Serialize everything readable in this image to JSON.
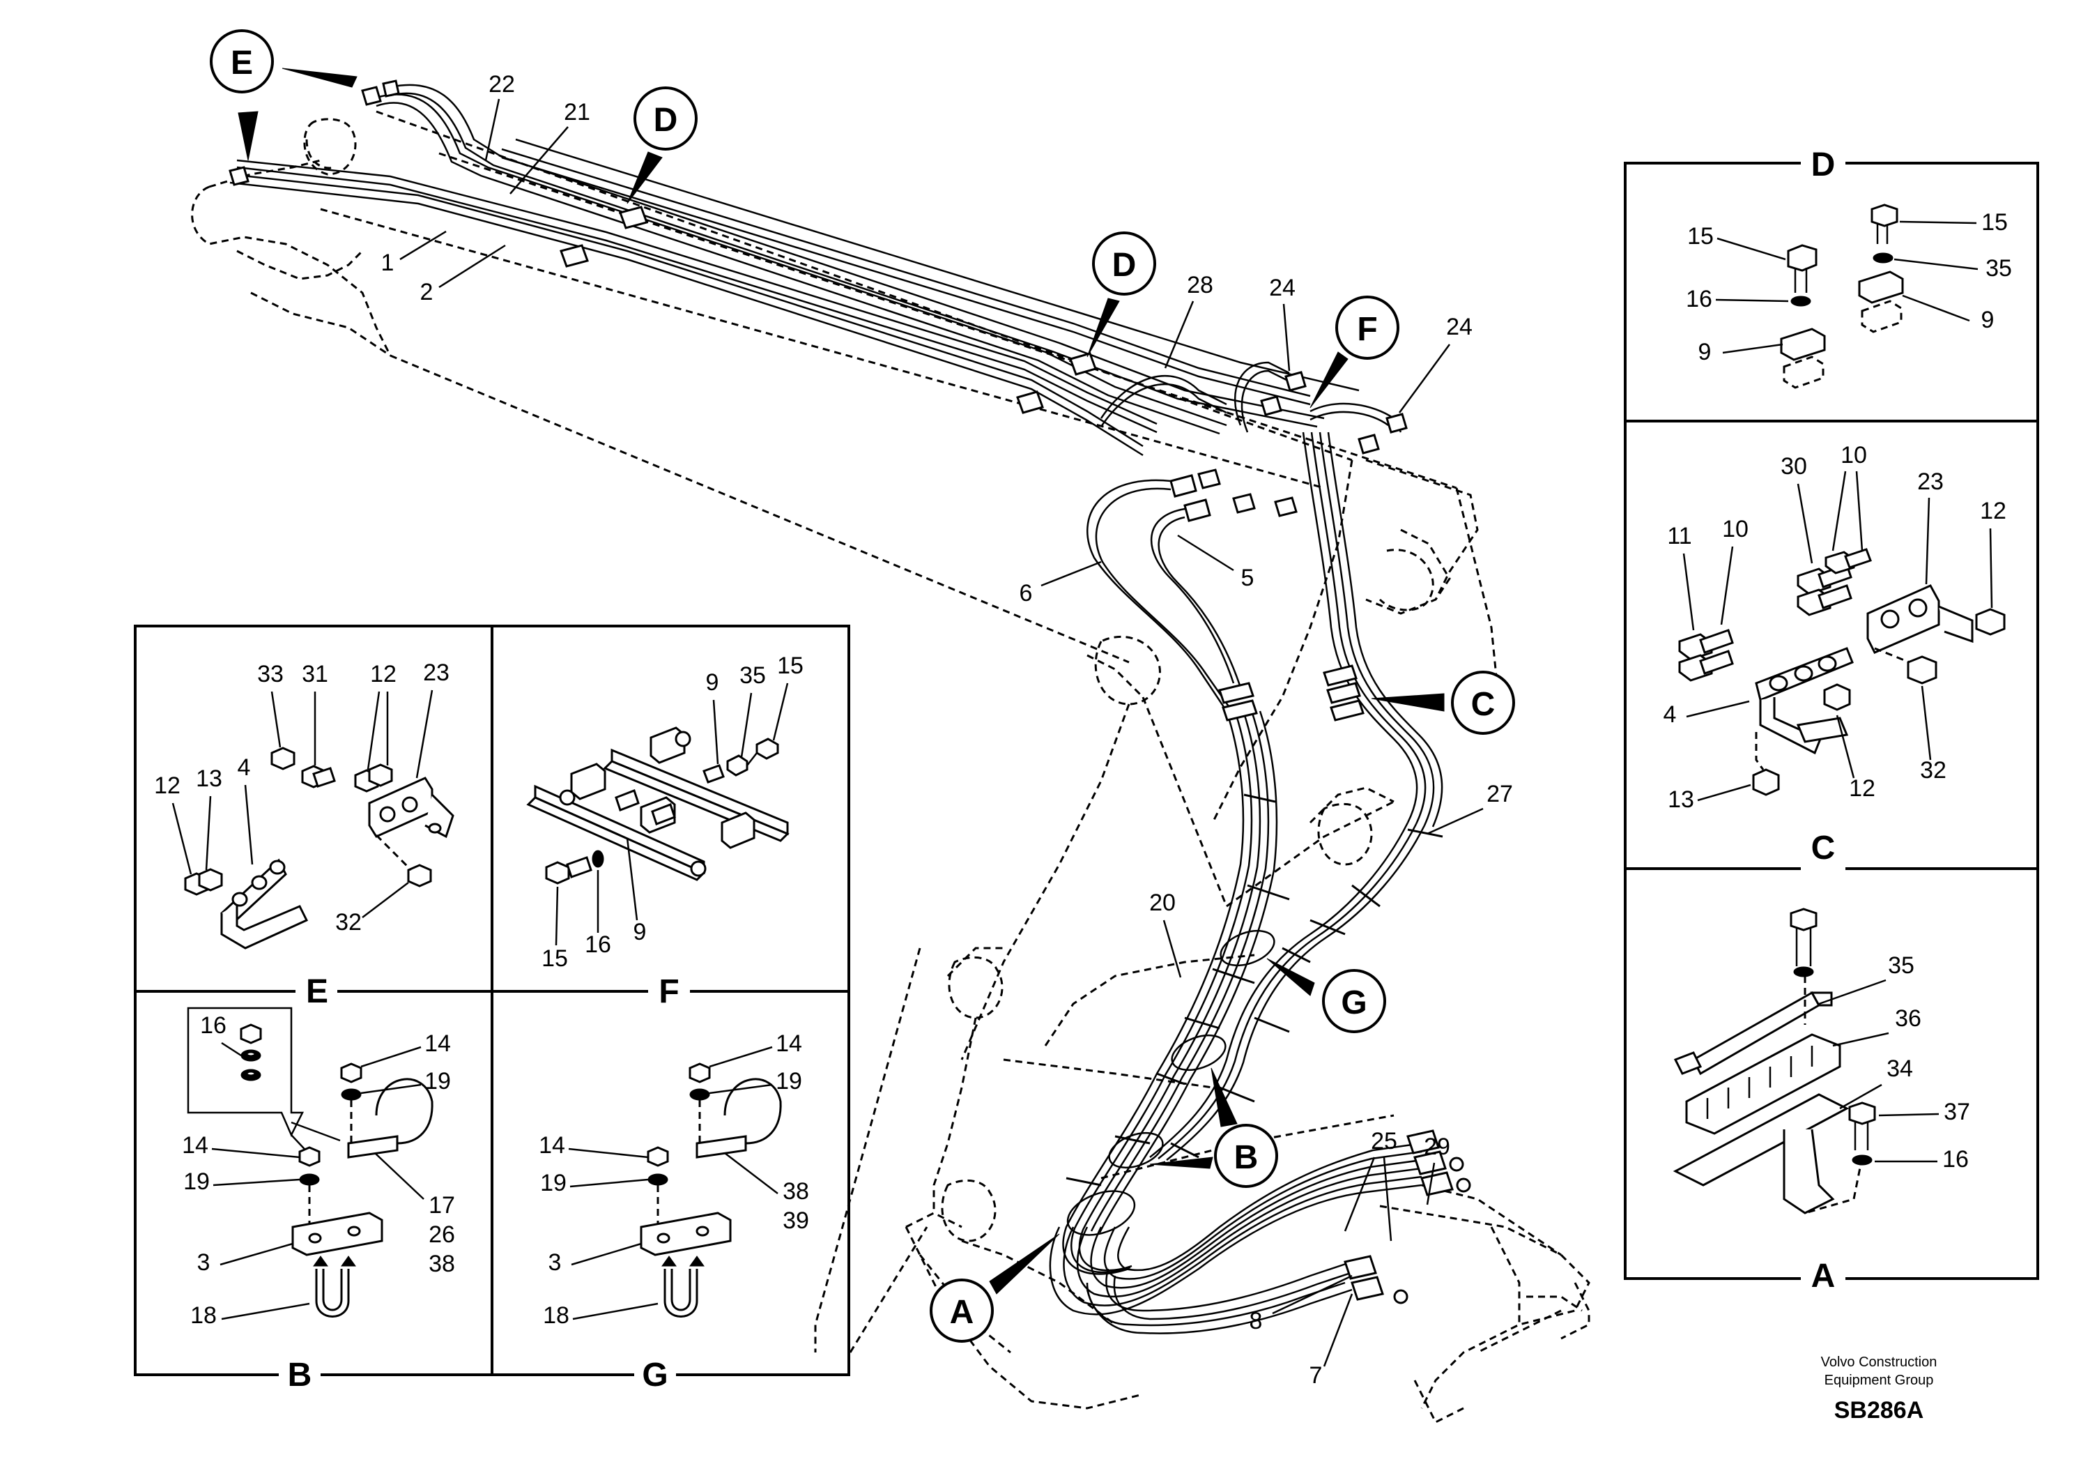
{
  "credit": {
    "line1": "Volvo Construction",
    "line2": "Equipment Group",
    "code": "SB286A"
  },
  "main_callouts": [
    "E",
    "D",
    "D",
    "F",
    "C",
    "G",
    "B",
    "A"
  ],
  "main_parts": [
    "22",
    "21",
    "1",
    "2",
    "28",
    "24",
    "24",
    "5",
    "6",
    "27",
    "20",
    "25",
    "29",
    "8",
    "7"
  ],
  "detail_panels": [
    {
      "letter": "D",
      "parts": [
        "15",
        "15",
        "35",
        "16",
        "9",
        "9"
      ]
    },
    {
      "letter": "C",
      "parts": [
        "30",
        "10",
        "23",
        "12",
        "11",
        "10",
        "4",
        "12",
        "13",
        "32"
      ]
    },
    {
      "letter": "A",
      "parts": [
        "35",
        "36",
        "34",
        "37",
        "16"
      ]
    },
    {
      "letter": "E",
      "parts": [
        "33",
        "31",
        "12",
        "23",
        "12",
        "13",
        "4",
        "32"
      ]
    },
    {
      "letter": "F",
      "parts": [
        "9",
        "35",
        "15",
        "15",
        "16",
        "9"
      ]
    },
    {
      "letter": "B",
      "parts": [
        "16",
        "14",
        "19",
        "14",
        "19",
        "17",
        "26",
        "38",
        "3",
        "18"
      ]
    },
    {
      "letter": "G",
      "parts": [
        "14",
        "19",
        "14",
        "19",
        "38",
        "39",
        "3",
        "18"
      ]
    }
  ]
}
